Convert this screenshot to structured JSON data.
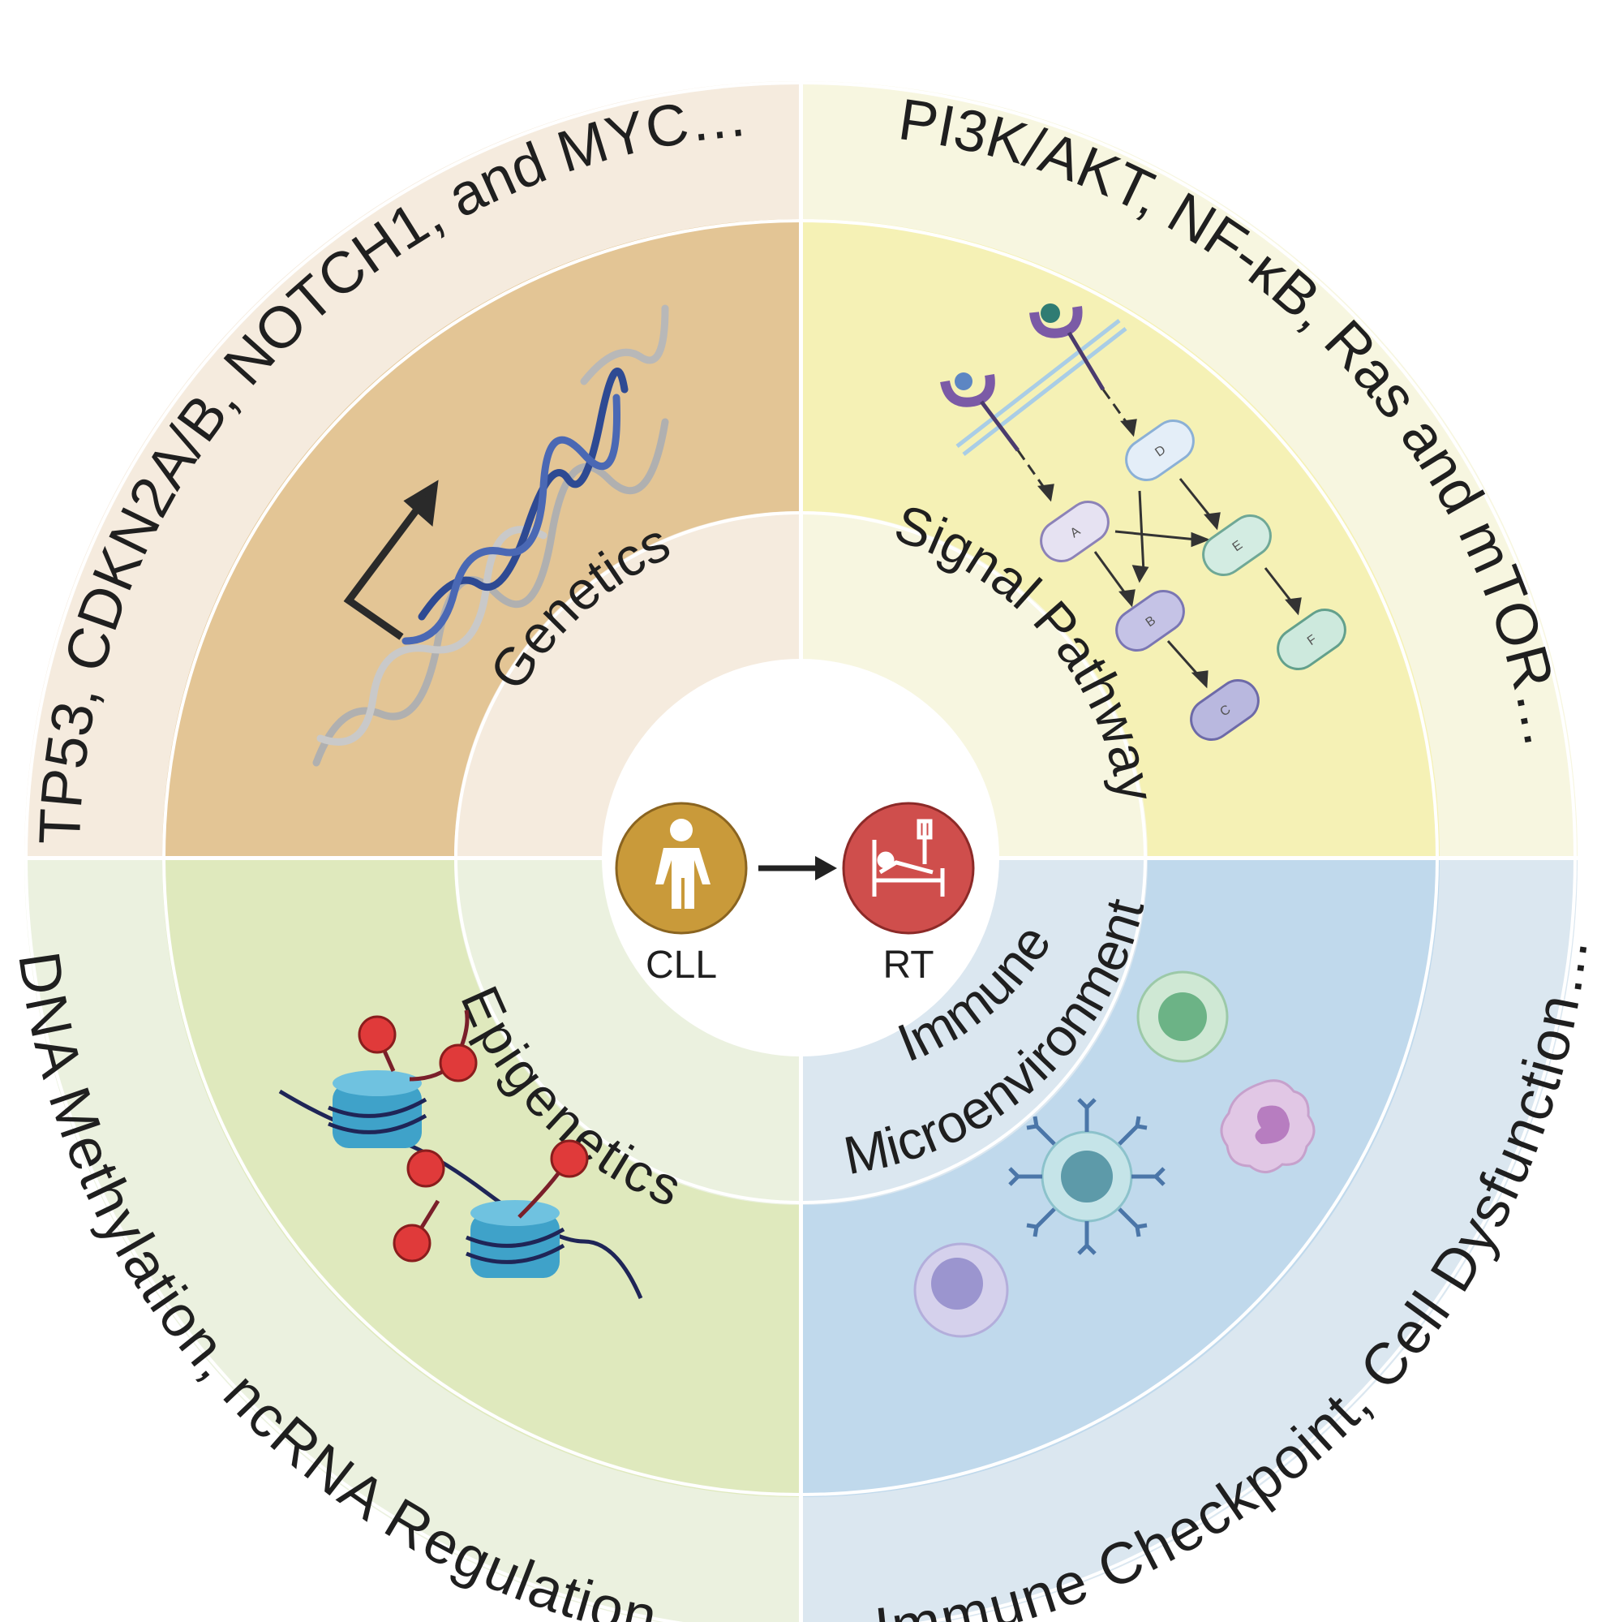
{
  "quadrants": {
    "genetics": {
      "title": "Genetics",
      "detail": "TP53, CDKN2A/B, NOTCH1, and MYC…",
      "colors": {
        "outer": "#f5ebde",
        "middle": "#e3c595",
        "inner": "#f5ebde"
      }
    },
    "signal": {
      "title": "Signal Pathway",
      "detail": "PI3K/AKT, NF-κB, Ras and mTOR…",
      "colors": {
        "outer": "#f7f6e0",
        "middle": "#f5f1b5",
        "inner": "#f7f6e0"
      },
      "nodes": [
        "A",
        "B",
        "C",
        "D",
        "E",
        "F"
      ]
    },
    "epigenetics": {
      "title": "Epigenetics",
      "detail": "DNA Methylation, ncRNA Regulation…",
      "colors": {
        "outer": "#ebf1df",
        "middle": "#dfe9bd",
        "inner": "#ebf1df"
      }
    },
    "immune": {
      "title_line1": "Immune",
      "title_line2": "Microenvironment",
      "detail": "Immune Checkpoint, Cell Dysfunction…",
      "colors": {
        "outer": "#dbe7f0",
        "middle": "#c0d9ec",
        "inner": "#dbe7f0"
      }
    }
  },
  "center": {
    "from_label": "CLL",
    "to_label": "RT",
    "from_icon": "person-icon",
    "to_icon": "hospital-bed-icon",
    "from_color": "#c99a3a",
    "to_color": "#cf4e4c"
  }
}
